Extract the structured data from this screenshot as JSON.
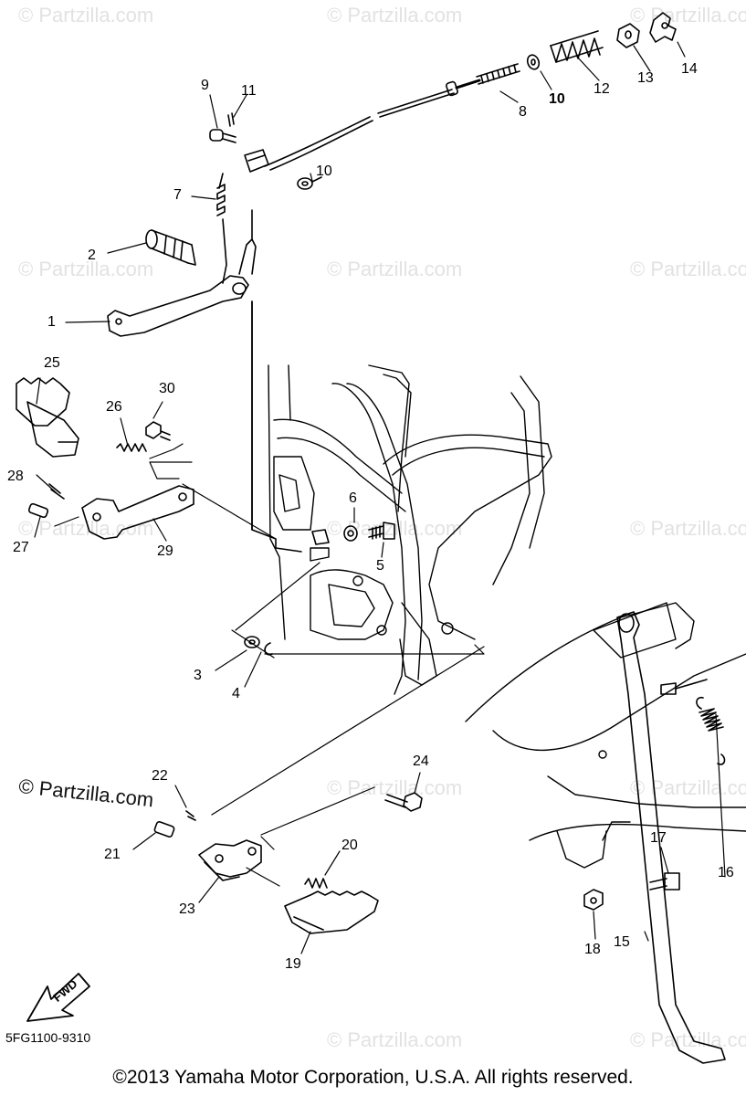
{
  "watermark_text": "© Partzilla.com",
  "brand_overlay": "© Partzilla.com",
  "fwd_label": "FWD",
  "diagram_code": "5FG1100-9310",
  "copyright": "©2013 Yamaha Motor Corporation, U.S.A. All rights reserved.",
  "callouts": [
    {
      "num": "1",
      "bold": false
    },
    {
      "num": "2",
      "bold": false
    },
    {
      "num": "3",
      "bold": false
    },
    {
      "num": "4",
      "bold": false
    },
    {
      "num": "5",
      "bold": false
    },
    {
      "num": "6",
      "bold": false
    },
    {
      "num": "7",
      "bold": false
    },
    {
      "num": "8",
      "bold": false
    },
    {
      "num": "9",
      "bold": false
    },
    {
      "num": "10",
      "bold": true
    },
    {
      "num": "10",
      "bold": false
    },
    {
      "num": "11",
      "bold": false
    },
    {
      "num": "12",
      "bold": false
    },
    {
      "num": "13",
      "bold": false
    },
    {
      "num": "14",
      "bold": false
    },
    {
      "num": "15",
      "bold": false
    },
    {
      "num": "16",
      "bold": false
    },
    {
      "num": "17",
      "bold": false
    },
    {
      "num": "18",
      "bold": false
    },
    {
      "num": "19",
      "bold": false
    },
    {
      "num": "20",
      "bold": false
    },
    {
      "num": "21",
      "bold": false
    },
    {
      "num": "22",
      "bold": false
    },
    {
      "num": "23",
      "bold": false
    },
    {
      "num": "24",
      "bold": false
    },
    {
      "num": "25",
      "bold": false
    },
    {
      "num": "26",
      "bold": false
    },
    {
      "num": "27",
      "bold": false
    },
    {
      "num": "28",
      "bold": false
    },
    {
      "num": "29",
      "bold": false
    },
    {
      "num": "30",
      "bold": false
    }
  ]
}
